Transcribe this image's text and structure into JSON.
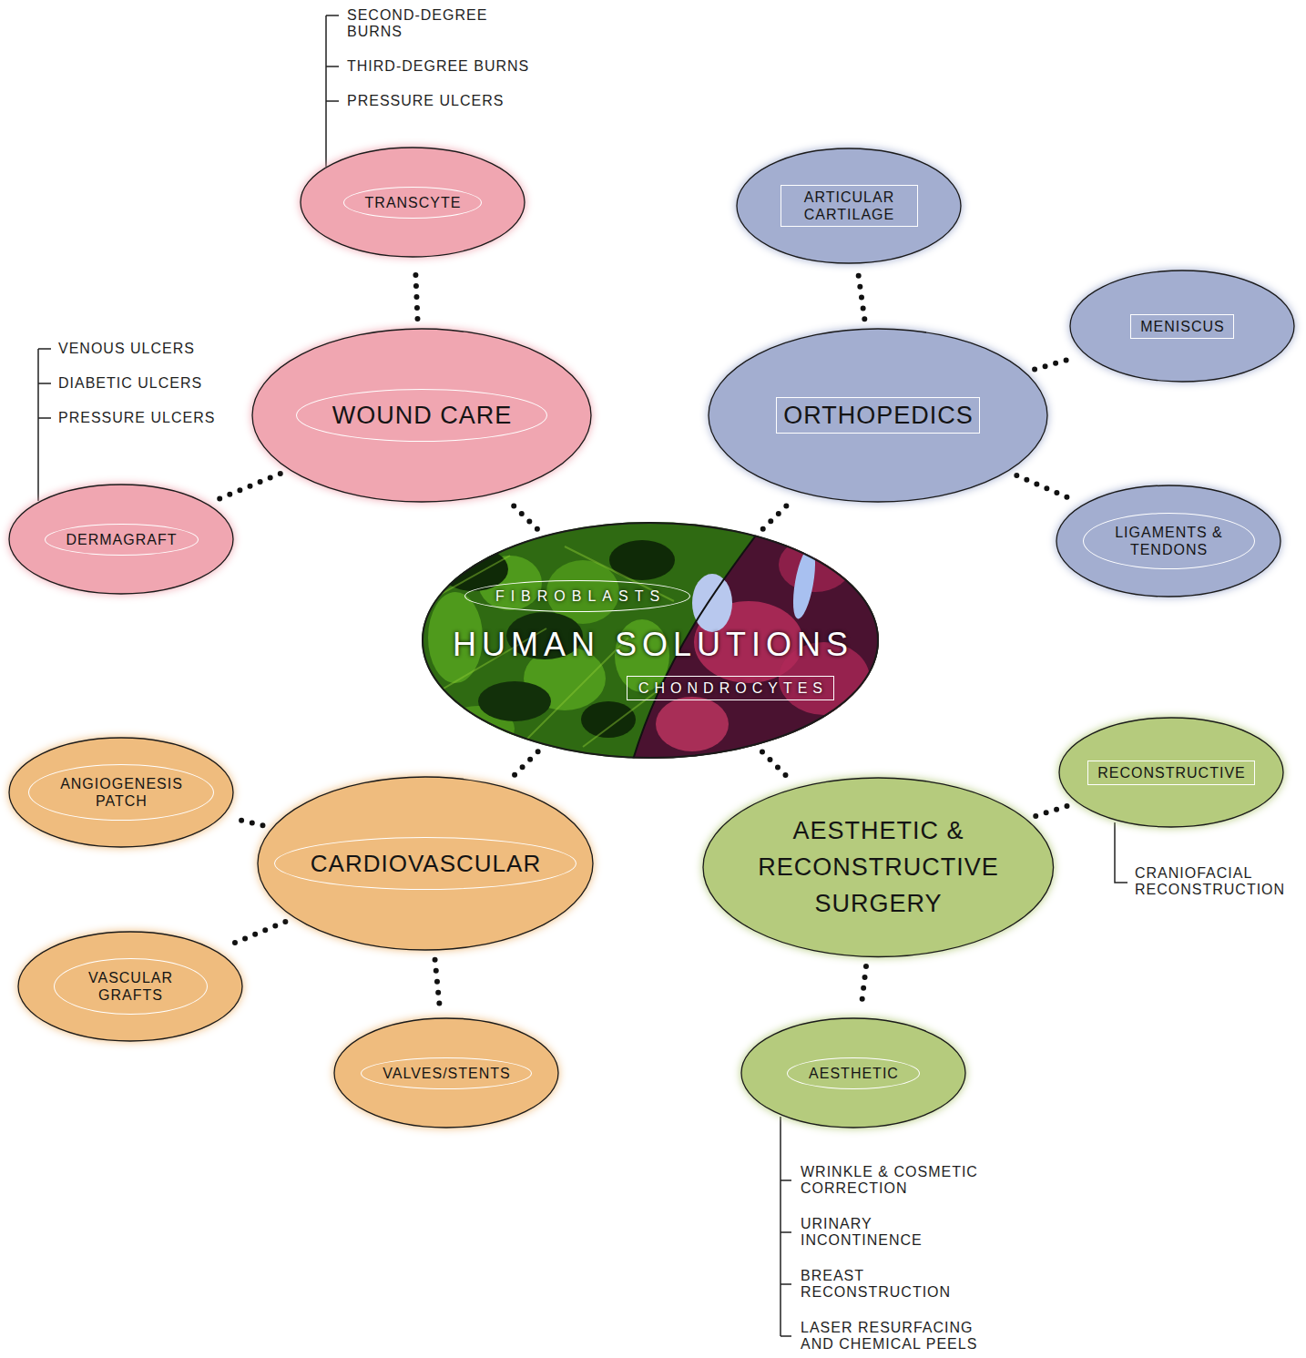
{
  "diagram": {
    "nodes": [
      {
        "text": [
          "TRANSCYTE"
        ]
      },
      {
        "text": [
          "ARTICULAR CARTILAGE"
        ]
      },
      {
        "text": [
          "MENISCUS"
        ]
      },
      {
        "text": [
          "WOUND CARE"
        ]
      },
      {
        "text": [
          "ORTHOPEDICS"
        ]
      },
      {
        "text": [
          "DERMAGRAFT"
        ]
      },
      {
        "text": [
          "LIGAMENTS & TENDONS"
        ]
      },
      {
        "text": [
          "FIBROBLASTS",
          "HUMAN SOLUTIONS",
          "CHONDROCYTES"
        ]
      },
      {
        "text": [
          "RECONSTRUCTIVE"
        ]
      },
      {
        "text": [
          "ANGIOGENESIS PATCH"
        ]
      },
      {
        "text": [
          "CARDIOVASCULAR"
        ]
      },
      {
        "text": [
          "AESTHETIC & RECONSTRUCTIVE SURGERY"
        ]
      },
      {
        "text": [
          "VASCULAR GRAFTS"
        ]
      },
      {
        "text": [
          "VALVES/STENTS"
        ]
      },
      {
        "text": [
          "AESTHETIC"
        ]
      }
    ],
    "edges": [
      {
        "from": 7,
        "to": 3,
        "arrow": "none"
      },
      {
        "from": 7,
        "to": 4,
        "arrow": "none"
      },
      {
        "from": 7,
        "to": 10,
        "arrow": "none"
      },
      {
        "from": 7,
        "to": 11,
        "arrow": "none"
      },
      {
        "from": 3,
        "to": 0,
        "arrow": "none"
      },
      {
        "from": 3,
        "to": 5,
        "arrow": "none"
      },
      {
        "from": 4,
        "to": 1,
        "arrow": "none"
      },
      {
        "from": 4,
        "to": 2,
        "arrow": "none"
      },
      {
        "from": 4,
        "to": 6,
        "arrow": "none"
      },
      {
        "from": 10,
        "to": 9,
        "arrow": "none"
      },
      {
        "from": 10,
        "to": 12,
        "arrow": "none"
      },
      {
        "from": 10,
        "to": 13,
        "arrow": "none"
      },
      {
        "from": 11,
        "to": 8,
        "arrow": "none"
      },
      {
        "from": 11,
        "to": 14,
        "arrow": "none"
      }
    ],
    "labels": [
      "SECOND-DEGREE BURNS",
      "THIRD-DEGREE BURNS",
      "PRESSURE ULCERS",
      "VENOUS ULCERS",
      "DIABETIC ULCERS",
      "PRESSURE ULCERS",
      "CRANIOFACIAL RECONSTRUCTION",
      "WRINKLE & COSMETIC CORRECTION",
      "URINARY INCONTINENCE",
      "BREAST RECONSTRUCTION",
      "LASER RESURFACING AND CHEMICAL PEELS"
    ]
  }
}
